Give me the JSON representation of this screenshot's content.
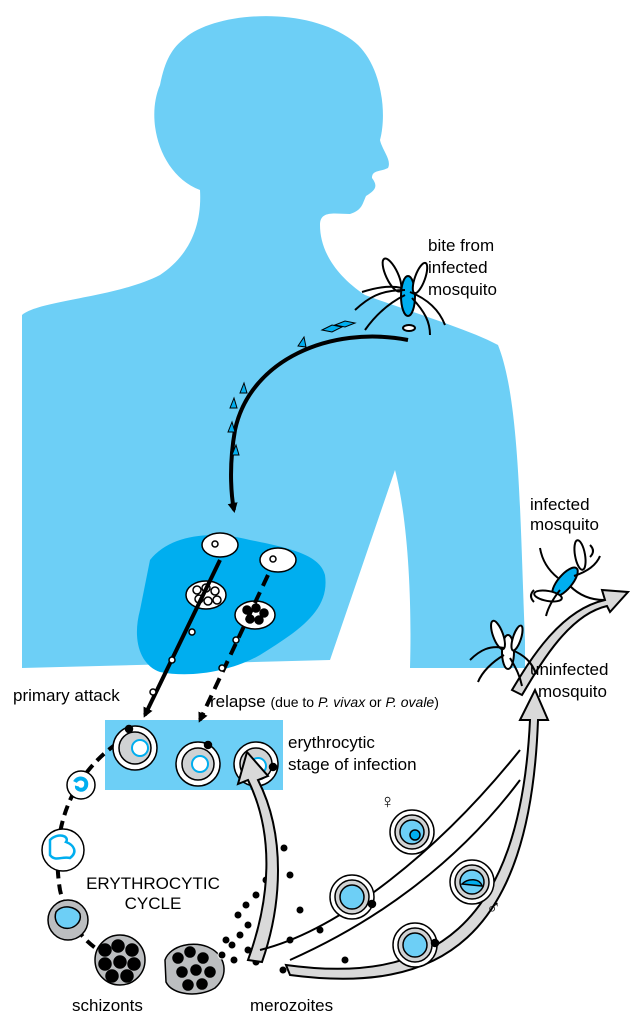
{
  "labels": {
    "bite": [
      "bite from",
      "infected",
      "mosquito"
    ],
    "infected_mosquito": [
      "infected",
      "mosquito"
    ],
    "uninfected_mosquito": [
      "uninfected",
      "mosquito"
    ],
    "primary_attack": "primary attack",
    "relapse": "relapse",
    "relapse_note_prefix": "(due to ",
    "relapse_species_1": "P. vivax",
    "relapse_or": " or ",
    "relapse_species_2": "P. ovale",
    "relapse_note_suffix": ")",
    "erythrocytic_stage": [
      "erythrocytic",
      "stage of infection"
    ],
    "cycle_title": [
      "ERYTHROCYTIC",
      "CYCLE"
    ],
    "schizonts": "schizonts",
    "merozoites": "merozoites",
    "female_symbol": "♀",
    "male_symbol": "♂"
  },
  "colors": {
    "body": "#6dcff6",
    "liver": "#00aeef",
    "rbc_panel": "#6dcff6",
    "outline": "#000000",
    "cell_ring": "#d0d2d3",
    "parasite": "#00aeef",
    "arrow_fill": "#d9d9d9"
  }
}
